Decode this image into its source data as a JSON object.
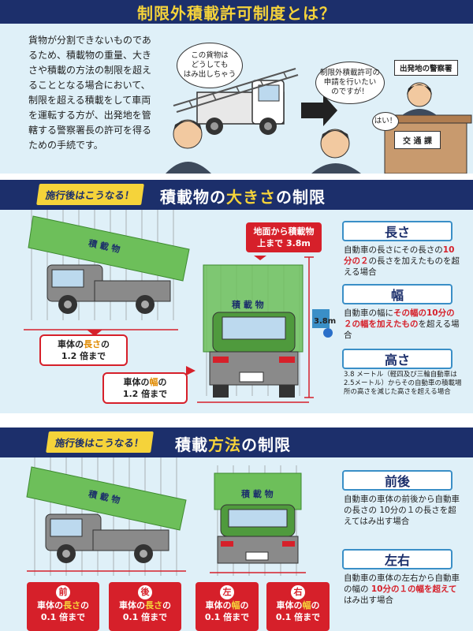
{
  "header": {
    "title": "制限外積載許可制度とは？"
  },
  "intro": {
    "text": "貨物が分割できないものであるため、積載物の重量、大きさや積載の方法の制限を超えることとなる場合において、制限を超える積載をして車両を運転する方が、出発地を管轄する警察署長の許可を得るための手続です。"
  },
  "illustration": {
    "bubble_left": "この貨物は\nどうしても\nはみ出しちゃう",
    "bubble_right": "制限外積載許可の\n申請を行いたい\nのですが！",
    "bubble_clerk": "はい！",
    "police_sign": "出発地の警察署",
    "counter_sign": "交 通 課"
  },
  "section_size": {
    "tag": "施行後はこうなる！",
    "title_pre": "積載物の",
    "title_hl": "大きさ",
    "title_post": "の制限",
    "cargo_label": "積 載 物",
    "cargo_label_rear": "積 載 物",
    "height_callout_line1": "地面から積載物",
    "height_callout_line2": "上まで 3.8m",
    "height_mark": "3.8m",
    "length_callout_pre": "車体の",
    "length_callout_hl": "長さ",
    "length_callout_post": "の",
    "length_callout_line2": "1.2 倍まで",
    "width_callout_pre": "車体の",
    "width_callout_hl": "幅",
    "width_callout_post": "の",
    "width_callout_line2": "1.2 倍まで",
    "items": [
      {
        "heading": "長さ",
        "text_a": "自動車の長さにその長さの",
        "text_hl": "10分の２",
        "text_b": "の長さを加えたものを超える場合"
      },
      {
        "heading": "幅",
        "text_a": "自動車の幅に",
        "text_hl": "その幅の10分の２の幅を加えたもの",
        "text_b": "を超える場合"
      },
      {
        "heading": "高さ",
        "text_a": "3.8 メートル（軽四及び三輪自動車は2.5メートル）からその自動車の積載場所の高さを減じた高さを超える場合",
        "text_hl": "",
        "text_b": ""
      }
    ]
  },
  "section_method": {
    "tag": "施行後はこうなる！",
    "title_pre": "積載",
    "title_hl": "方法",
    "title_post": "の制限",
    "cargo_label": "積 載 物",
    "cargo_label_rear": "積 載 物",
    "items": [
      {
        "heading": "前後",
        "text_a": "自動車の車体の前後から自動車の長さの 10分の１の長さを超えてはみ出す場合",
        "text_hl": "",
        "text_b": ""
      },
      {
        "heading": "左右",
        "text_a": "自動車の車体の左右から自動車の幅の ",
        "text_hl": "10分の１の幅を超えて",
        "text_b": "はみ出す場合"
      }
    ],
    "badges": [
      {
        "label": "前",
        "line1_pre": "車体の",
        "line1_hl": "長さ",
        "line1_post": "の",
        "line2": "0.1 倍まで"
      },
      {
        "label": "後",
        "line1_pre": "車体の",
        "line1_hl": "長さ",
        "line1_post": "の",
        "line2": "0.1 倍まで"
      },
      {
        "label": "左",
        "line1_pre": "車体の",
        "line1_hl": "幅",
        "line1_post": "の",
        "line2": "0.1 倍まで"
      },
      {
        "label": "右",
        "line1_pre": "車体の",
        "line1_hl": "幅",
        "line1_post": "の",
        "line2": "0.1 倍まで"
      }
    ]
  },
  "colors": {
    "navy": "#1c2f6b",
    "yellow": "#f5d33a",
    "red": "#d6202a",
    "cargo_green": "#6dbf5a",
    "sky": "#dff0f8"
  }
}
